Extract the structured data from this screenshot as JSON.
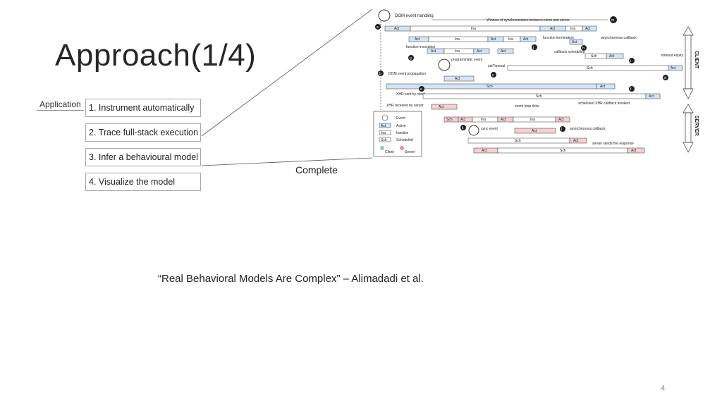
{
  "slide": {
    "title": "Approach(1/4)",
    "page_number": "4"
  },
  "pipeline": {
    "group_label": "Application",
    "steps": [
      "1. Instrument automatically",
      "2. Trace full-stack execution",
      "3. Infer a behavioural model",
      "4. Visualize the model"
    ]
  },
  "caption": "Complete",
  "quote": "“Real Behavioral Models Are Complex” – Alimadadi et al.",
  "diagram": {
    "top_labels": {
      "dom_event_handling": "DOM event handling",
      "window_sync": "Window of synchronization between client and server"
    },
    "labels": {
      "function_invocation": "function invocation",
      "function_termination": "function termination",
      "asynchronous_callback": "asynchronous callback",
      "callback_scheduling": "callback scheduling",
      "timeout_expiry": "timeout expiry",
      "programmatic_event": "programmatic event",
      "set_timeout": "setTimeout",
      "dom_event_propagation": "DOM event propagation",
      "xhr_sent": "XHR sent by client",
      "xhr_received": "XHR received by server",
      "event_loop_ticks": "event loop ticks",
      "scheduled_xhr_callback": "scheduled XHR callback invoked",
      "sync_event": "sync event",
      "async_callback_server": "asynchronous callback",
      "server_sends_response": "server sends the response"
    },
    "legend": {
      "event": "Event",
      "active_code": "Act",
      "active": "Active",
      "inactive_code": "Ina",
      "inactive": "Inactive",
      "scheduled_code": "Sch",
      "scheduled": "Scheduled",
      "client": "Client",
      "server": "Server"
    },
    "markers": [
      "a",
      "b",
      "c",
      "d",
      "e",
      "f",
      "g",
      "h",
      "i",
      "j",
      "k",
      "l",
      "m"
    ],
    "axis": {
      "client": "CLIENT",
      "server": "SERVER"
    },
    "colors": {
      "client_bar": "#d4e4f4",
      "server_bar": "#f6d0d4",
      "line": "#333333"
    }
  }
}
